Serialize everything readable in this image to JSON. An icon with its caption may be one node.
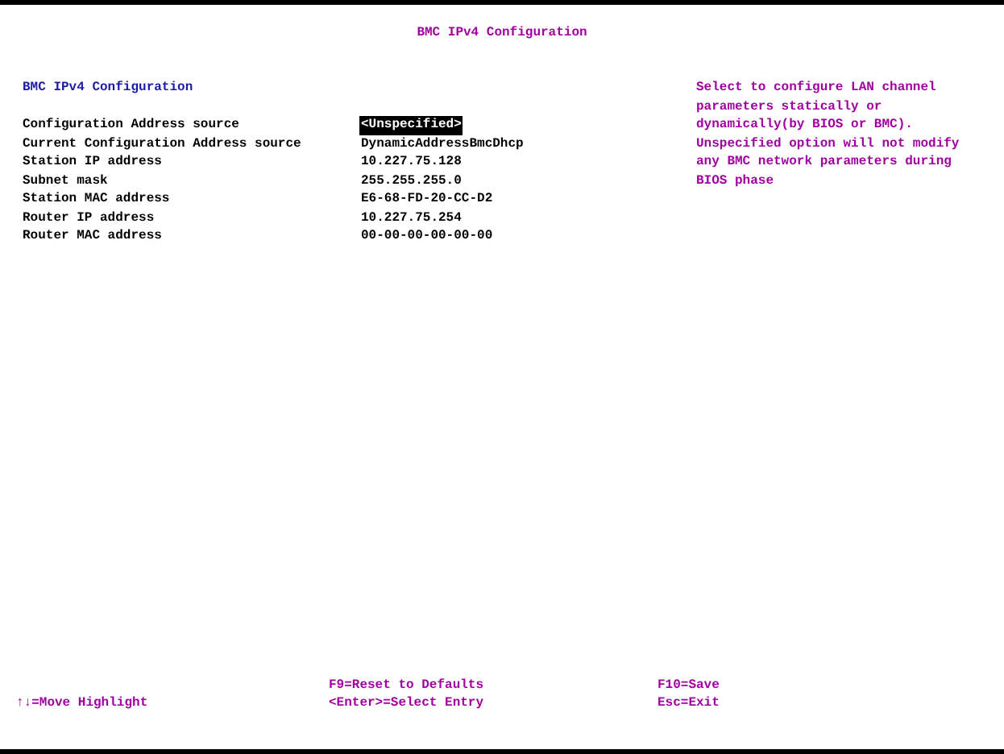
{
  "diagram": {
    "title": "BMC IPv4 Configuration",
    "labels": [
      "BMC IPv4 Configuration",
      "Configuration Address source",
      "<Unspecified>",
      "Current Configuration Address source",
      "DynamicAddressBmcDhcp",
      "Station IP address",
      "10.227.75.128",
      "Subnet mask",
      "255.255.255.0",
      "Station MAC address",
      "E6-68-FD-20-CC-D2",
      "Router IP address",
      "10.227.75.254",
      "Router MAC address",
      "00-00-00-00-00-00",
      "Select to configure LAN channel parameters statically or dynamically(by BIOS or BMC). Unspecified option will not modify any BMC network parameters during BIOS phase",
      "F9=Reset to Defaults",
      "F10=Save",
      "↑↓=Move Highlight",
      "<Enter>=Select Entry",
      "Esc=Exit"
    ]
  }
}
